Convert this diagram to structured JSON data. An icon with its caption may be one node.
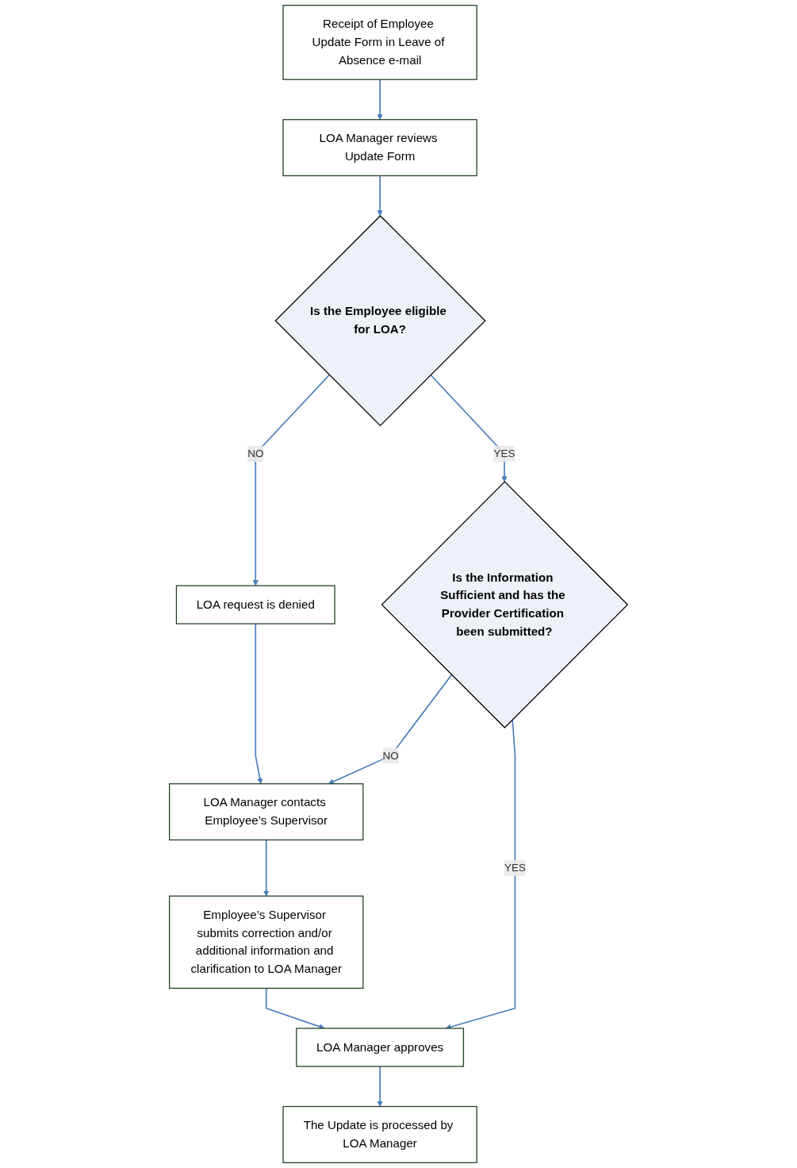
{
  "diagram": {
    "nodes": [
      {
        "text": [
          "Receipt of Employee Update Form in Leave of Absence e-mail"
        ]
      },
      {
        "text": [
          "LOA Manager reviews Update Form"
        ]
      },
      {
        "text": [
          "Is the Employee eligible for LOA?"
        ]
      },
      {
        "text": [
          "LOA request is denied"
        ]
      },
      {
        "text": [
          "Is the Information Sufficient and has the Provider Certification been submitted?"
        ]
      },
      {
        "text": [
          "LOA Manager contacts Employee’s Supervisor"
        ]
      },
      {
        "text": [
          "LOA Manager approves"
        ]
      },
      {
        "text": [
          "Employee’s Supervisor submits correction and/or additional information and clarification to LOA Manager"
        ]
      },
      {
        "text": [
          "The Update is processed by LOA Manager"
        ]
      }
    ],
    "edges": [
      {
        "from": 0,
        "to": 1,
        "arrow": "to"
      },
      {
        "from": 1,
        "to": 2,
        "arrow": "to"
      },
      {
        "from": 2,
        "to": 3,
        "arrow": "to",
        "label": "NO"
      },
      {
        "from": 2,
        "to": 4,
        "arrow": "to",
        "label": "YES"
      },
      {
        "from": 3,
        "to": 5,
        "arrow": "to"
      },
      {
        "from": 4,
        "to": 5,
        "arrow": "to",
        "label": "NO"
      },
      {
        "from": 4,
        "to": 6,
        "arrow": "to",
        "label": "YES"
      },
      {
        "from": 5,
        "to": 7,
        "arrow": "to"
      },
      {
        "from": 7,
        "to": 6,
        "arrow": "to"
      },
      {
        "from": 6,
        "to": 8,
        "arrow": "to"
      }
    ]
  }
}
